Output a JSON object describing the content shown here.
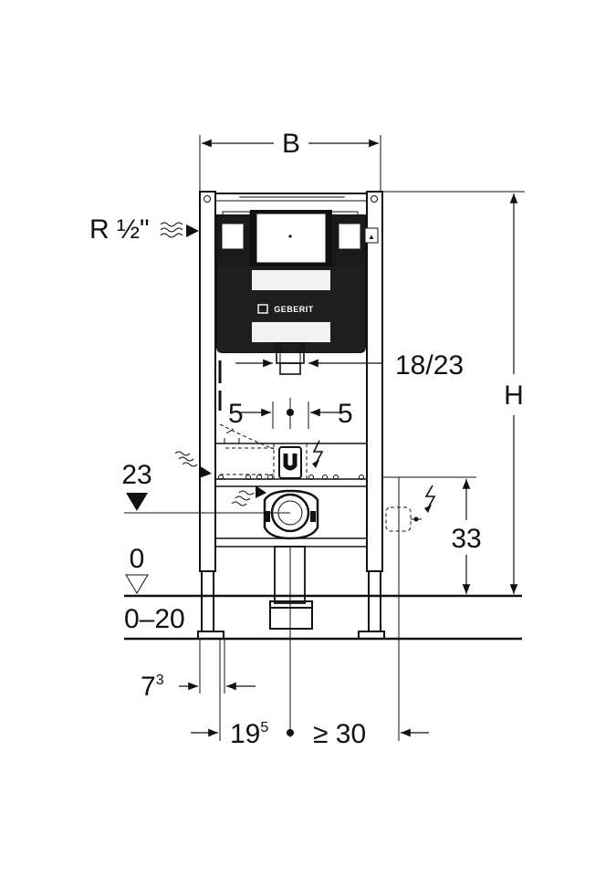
{
  "diagram": {
    "brand_logo": "GEBERIT",
    "labels": {
      "width": "B",
      "height": "H",
      "water_connection": "R ½\"",
      "drain_outlet": "18/23",
      "offset_left": "5",
      "offset_right": "5",
      "drain_height": "23",
      "floor_level": "0",
      "floor_range": "0–20",
      "socket_height": "33",
      "foot_depth_base": "7",
      "foot_depth_sup": "3",
      "axis_distance_base": "19",
      "axis_distance_sup": "5",
      "socket_distance": "≥ 30"
    }
  }
}
